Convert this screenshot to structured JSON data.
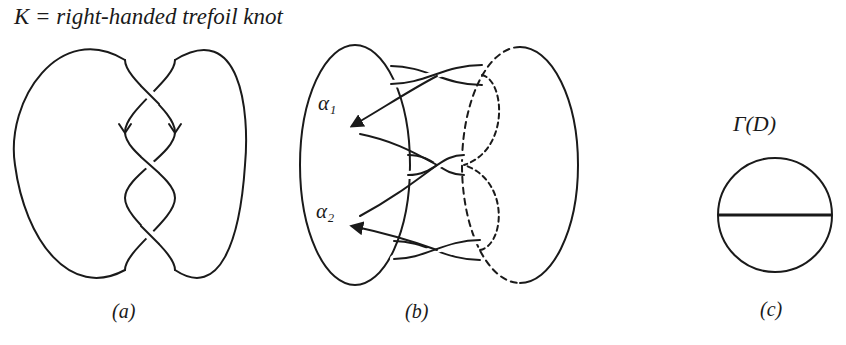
{
  "diagram": {
    "title": "K = right-handed trefoil knot",
    "labels": [
      "α₁",
      "α₂",
      "Γ(D)",
      "(a)",
      "(b)",
      "(c)"
    ]
  }
}
